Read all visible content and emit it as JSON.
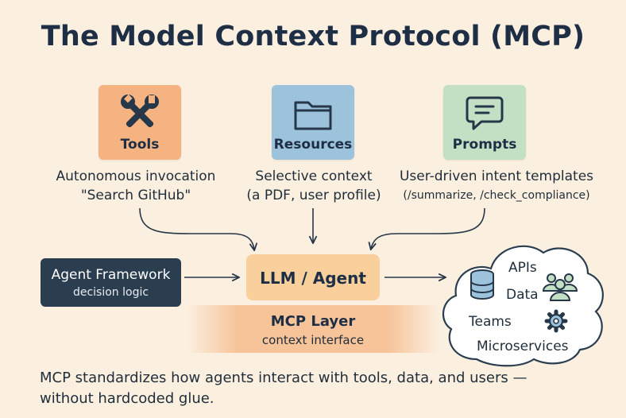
{
  "title": "The Model Context Protocol (MCP)",
  "cards": {
    "tools": {
      "label": "Tools",
      "color": "#f5b382",
      "icon": "wrench-screwdriver-icon"
    },
    "resources": {
      "label": "Resources",
      "color": "#9dc2dc",
      "icon": "folder-icon"
    },
    "prompts": {
      "label": "Prompts",
      "color": "#c4e0c4",
      "icon": "chat-bubble-icon"
    }
  },
  "descriptions": {
    "tools": {
      "line1": "Autonomous invocation",
      "line2": "\"Search GitHub\""
    },
    "resources": {
      "line1": "Selective context",
      "line2": "(a PDF, user profile)"
    },
    "prompts": {
      "line1": "User-driven intent templates",
      "line2": "(/summarize, /check_compliance)"
    }
  },
  "agent_framework": {
    "title": "Agent Framework",
    "subtitle": "decision logic",
    "color": "#2b3e50"
  },
  "llm_agent": {
    "label": "LLM / Agent",
    "color": "#f9cf9b"
  },
  "mcp_layer": {
    "title": "MCP Layer",
    "subtitle": "context interface"
  },
  "cloud": {
    "apis": "APIs",
    "data": "Data",
    "teams": "Teams",
    "microservices": "Microservices",
    "icons": [
      "database-icon",
      "users-icon",
      "gear-icon"
    ]
  },
  "footer": {
    "line1": "MCP standardizes how agents interact with tools, data, and users —",
    "line2": "without hardcoded glue."
  }
}
